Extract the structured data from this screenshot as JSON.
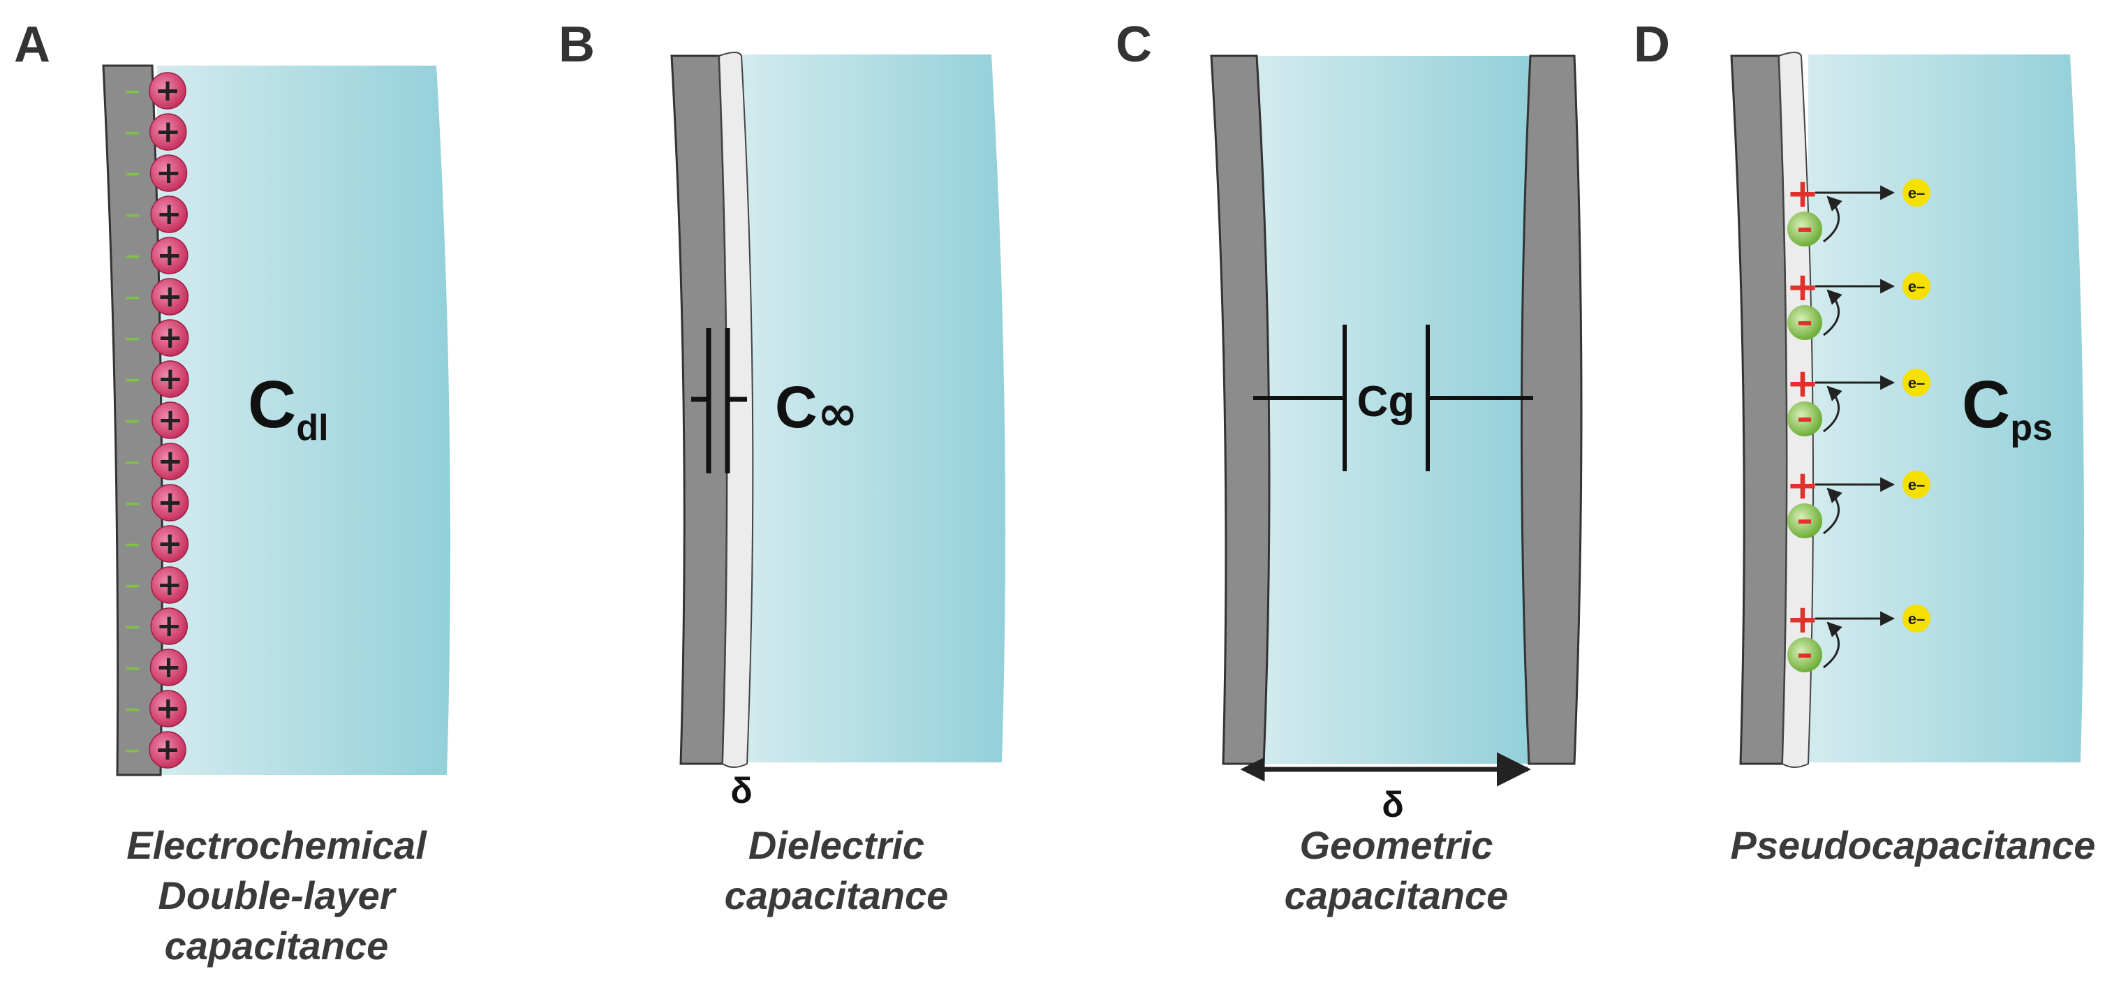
{
  "colors": {
    "electrode": "#8c8c8c",
    "electrode_stroke": "#333333",
    "dielectric": "#ececec",
    "electrolyte_light": "#cfe9ec",
    "electrolyte_dark": "#93d0da",
    "cation": "#d94b7a",
    "anion_dash": "#7fc04a",
    "anion_ball": "#8cc654",
    "plus_red": "#e0312c",
    "electron": "#f5e000",
    "text": "#333333"
  },
  "panels": [
    {
      "letter": "A",
      "label_main": "C",
      "label_sub": "dl",
      "caption": [
        "Electrochemical",
        "Double-layer",
        "capacitance"
      ],
      "ion_plus_glyph": "+",
      "surface_minus_glyph": "–",
      "ion_count": 17
    },
    {
      "letter": "B",
      "label_main": "C",
      "label_symbol": "∞",
      "thickness_symbol": "δ",
      "caption": [
        "Dielectric",
        "capacitance"
      ]
    },
    {
      "letter": "C",
      "label_main": "Cg",
      "thickness_symbol": "δ",
      "caption": [
        "Geometric",
        "capacitance"
      ]
    },
    {
      "letter": "D",
      "label_main": "C",
      "label_sub": "ps",
      "plus_glyph": "+",
      "minus_glyph": "–",
      "electron_label": "e–",
      "caption": [
        "Pseudocapacitance"
      ]
    }
  ]
}
